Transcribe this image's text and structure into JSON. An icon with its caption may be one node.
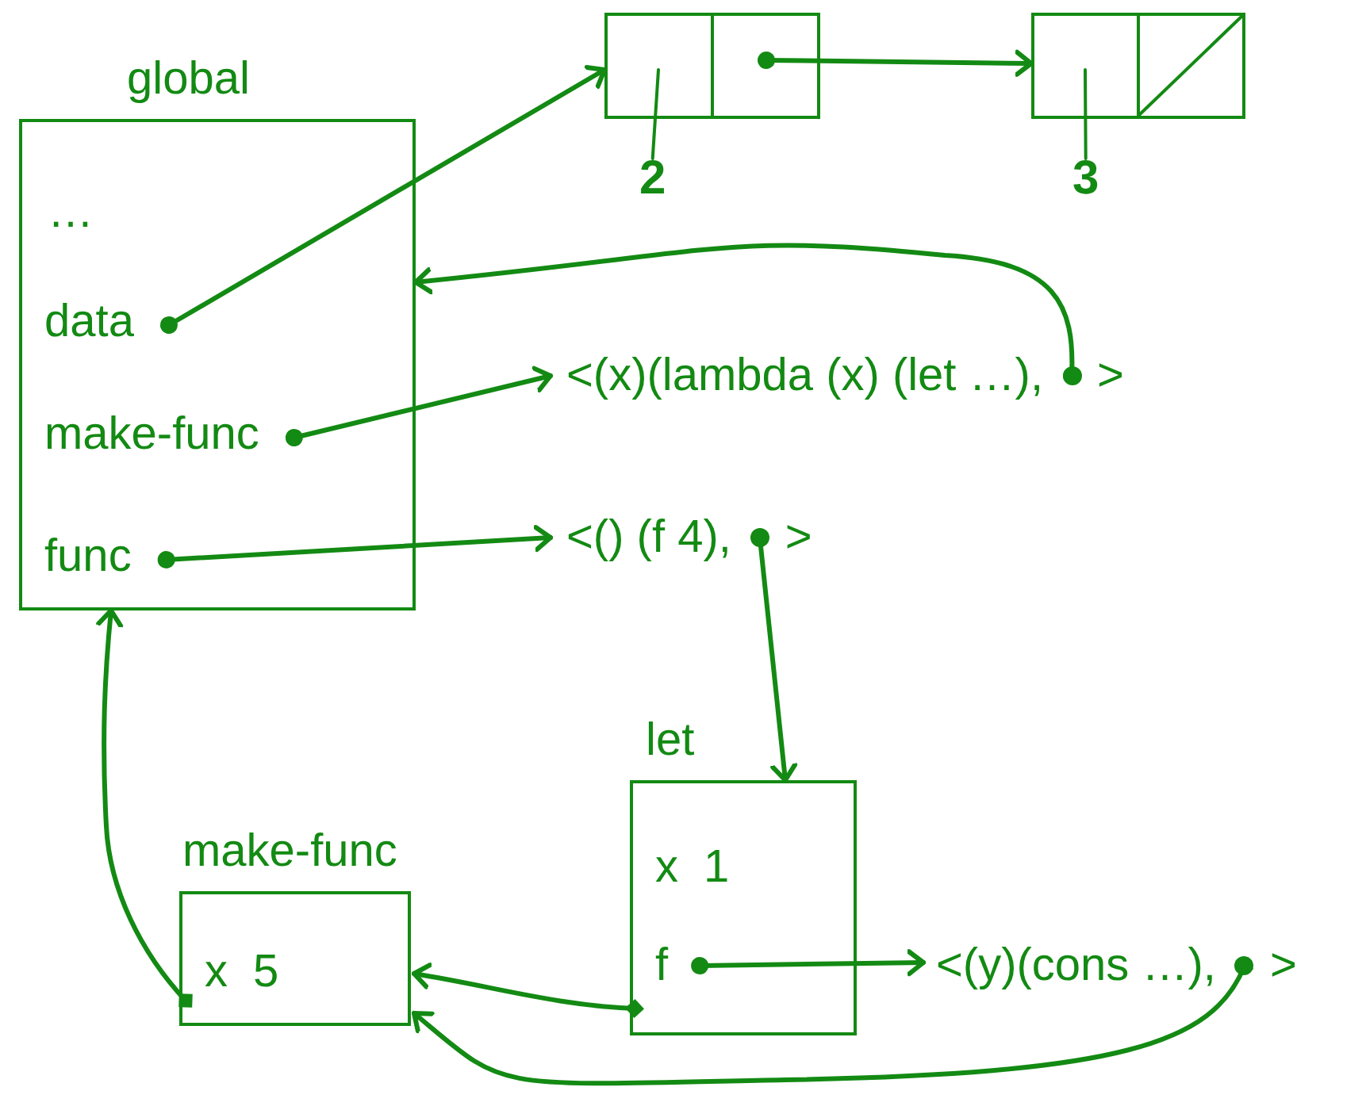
{
  "diagram": {
    "nodes": [
      {
        "text": [
          "global",
          "…"
        ]
      },
      {
        "text": [
          "data"
        ],
        "in": 0
      },
      {
        "text": [
          "make-func"
        ],
        "in": 0
      },
      {
        "text": [
          "func"
        ],
        "in": 0
      },
      {
        "text": [],
        "shape": "box"
      },
      {
        "text": [
          "2"
        ]
      },
      {
        "text": [],
        "shape": "box"
      },
      {
        "text": [
          "3"
        ]
      },
      {
        "text": [
          "<(x)(lambda (x) (let …),",
          ">"
        ]
      },
      {
        "text": [
          "<() (f 4),",
          ">"
        ]
      },
      {
        "text": [
          "let",
          "x 1"
        ]
      },
      {
        "text": [
          "f"
        ],
        "in": 10
      },
      {
        "text": [
          "make-func",
          "x 5"
        ]
      },
      {
        "text": [
          "<(y)(cons …),",
          ">"
        ]
      }
    ],
    "edges": [
      {
        "from": 1,
        "to": 4,
        "arrow": "to"
      },
      {
        "from": 4,
        "to": 6,
        "arrow": "to"
      },
      {
        "from": 4,
        "to": 5,
        "arrow": "none"
      },
      {
        "from": 6,
        "to": 7,
        "arrow": "none"
      },
      {
        "from": 8,
        "to": 0,
        "arrow": "to"
      },
      {
        "from": 2,
        "to": 8,
        "arrow": "to"
      },
      {
        "from": 3,
        "to": 9,
        "arrow": "to"
      },
      {
        "from": 9,
        "to": 10,
        "arrow": "to"
      },
      {
        "from": 12,
        "to": 0,
        "arrow": "to"
      },
      {
        "from": 11,
        "to": 13,
        "arrow": "to"
      },
      {
        "from": 10,
        "to": 12,
        "arrow": "to"
      },
      {
        "from": 13,
        "to": 12,
        "arrow": "to"
      }
    ]
  }
}
